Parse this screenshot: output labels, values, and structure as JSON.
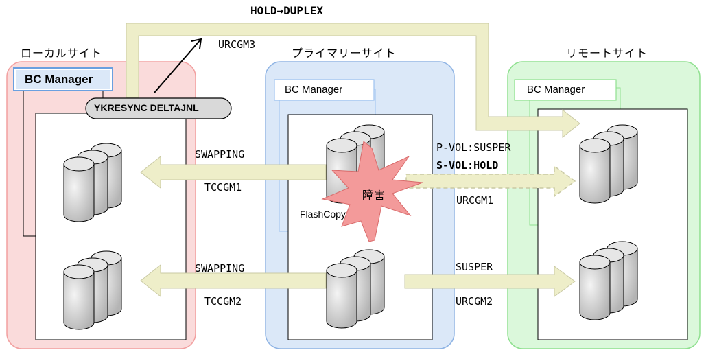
{
  "title": "HOLD→DUPLEX",
  "sites": {
    "local": {
      "label": "ローカルサイト",
      "manager": "BC Manager",
      "command": "YKRESYNC DELTAJNL"
    },
    "primary": {
      "label": "プライマリーサイト",
      "manager": "BC Manager",
      "fault": "障害",
      "flashcopy": "FlashCopy"
    },
    "remote": {
      "label": "リモートサイト",
      "manager": "BC Manager"
    }
  },
  "links": {
    "urcgm3": "URCGM3",
    "tccgm1_status": "SWAPPING",
    "tccgm1": "TCCGM1",
    "tccgm2_status": "SWAPPING",
    "tccgm2": "TCCGM2",
    "urcgm1_pvol": "P-VOL:SUSPER",
    "urcgm1_svol": "S-VOL:HOLD",
    "urcgm1": "URCGM1",
    "urcgm2_status": "SUSPER",
    "urcgm2": "URCGM2"
  },
  "colors": {
    "local_bg": "#fadbdb",
    "local_border": "#f2a0a0",
    "primary_bg": "#dbe8f8",
    "primary_border": "#8fb4e4",
    "remote_bg": "#dbf8db",
    "remote_border": "#8fe08f",
    "arrow_fill": "#eeeec9",
    "arrow_stroke": "#c9c9a4",
    "fault_fill": "#f39a9a"
  }
}
